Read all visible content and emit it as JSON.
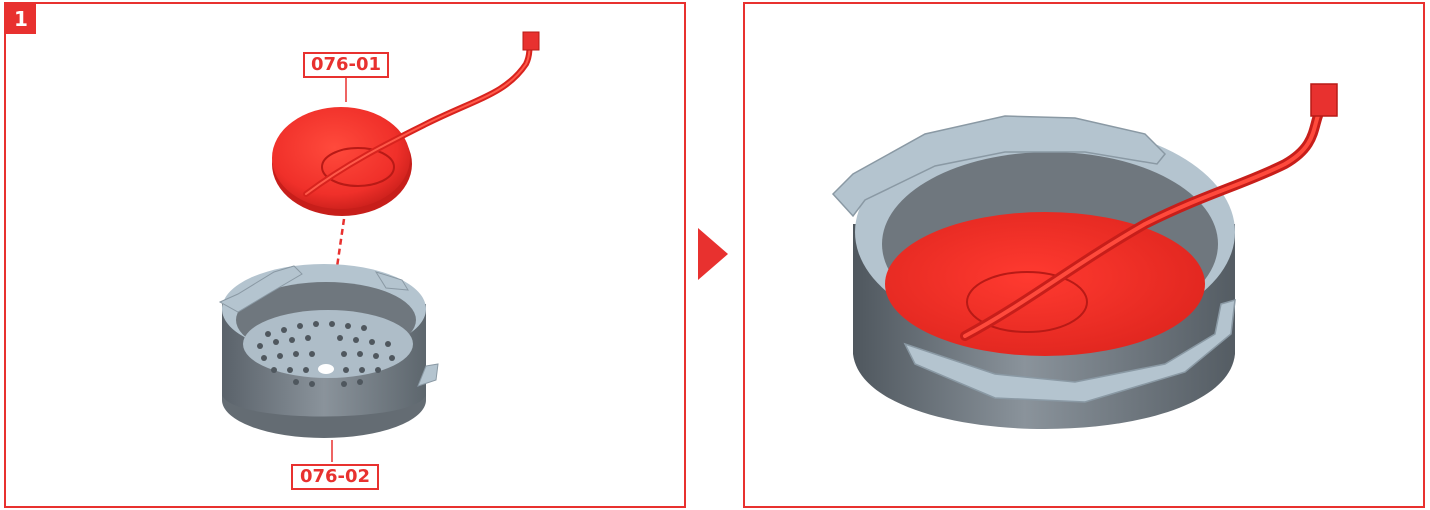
{
  "step_number": "1",
  "labels": {
    "top_part": "076-01",
    "bottom_part": "076-02"
  },
  "colors": {
    "accent_red": "#e8312f",
    "part_red": "#f0302a",
    "cup_grey": "#6f777e",
    "cup_light": "#b4c4cf"
  },
  "icons": {
    "next_arrow": "play-triangle-icon"
  }
}
